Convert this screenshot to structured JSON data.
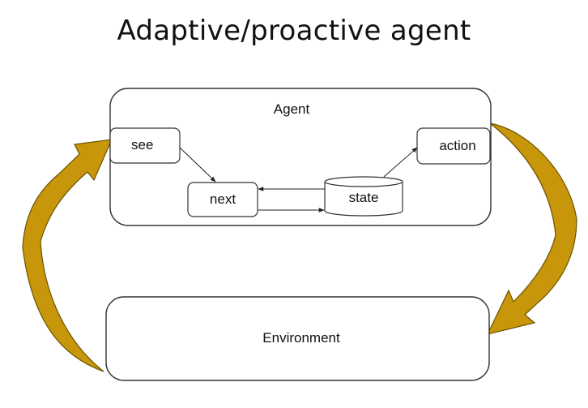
{
  "slide": {
    "title": "Adaptive/proactive agent"
  },
  "diagram": {
    "agent_label": "Agent",
    "environment_label": "Environment",
    "boxes": {
      "see": "see",
      "next": "next",
      "state": "state",
      "action": "action"
    },
    "colors": {
      "arrow_fill": "#c8960a",
      "arrow_stroke": "#6b5300",
      "box_stroke": "#333333"
    }
  }
}
